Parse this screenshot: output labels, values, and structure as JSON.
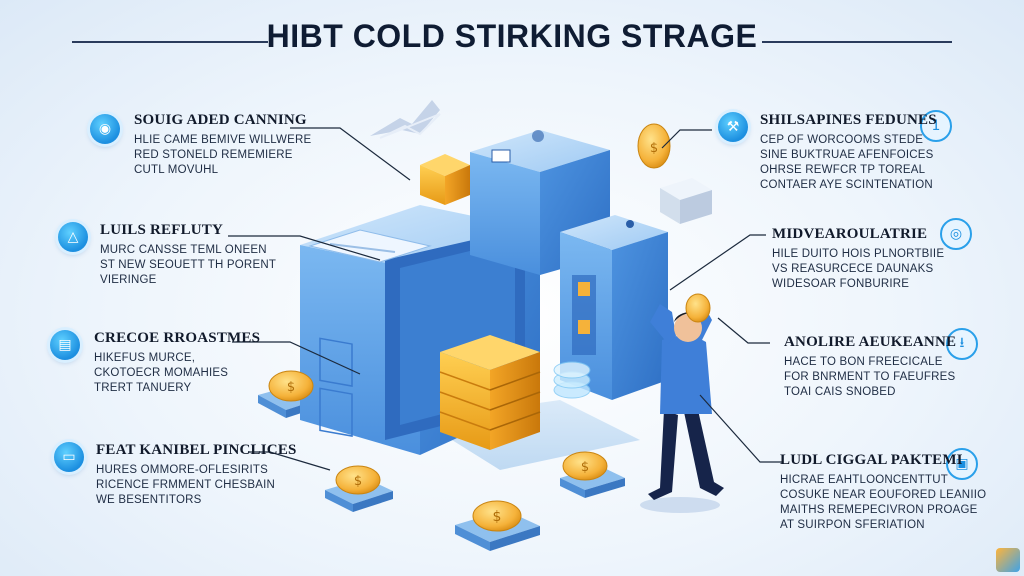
{
  "title": "HIBT COLD STIRKING STRAGE",
  "callouts": [
    {
      "id": "left-1",
      "heading": "SOUIG ADED CANNING",
      "lines": [
        "HLIE CAME BEMIVE WILLWERE",
        "RED STONELD REMEMIERE",
        "CUTL MOVUHL"
      ],
      "icon": "shield-icon"
    },
    {
      "id": "left-2",
      "heading": "LUILS REFLUTY",
      "lines": [
        "MURC CANSSE TEML ONEEN",
        "ST NEW SEOUETT TH PORENT",
        "VIERINGE"
      ],
      "icon": "network-icon"
    },
    {
      "id": "left-3",
      "heading": "CRECOE RROASTMES",
      "lines": [
        "HIKEFUS MURCE,",
        "CKOTOECR MOMAHIES",
        "TRERT TANUERY"
      ],
      "icon": "calculator-icon"
    },
    {
      "id": "left-4",
      "heading": "FEAT KANIBEL PINCLICES",
      "lines": [
        "HURES OMMORE-OFLESIRITS",
        "RICENCE FRMMENT CHESBAIN",
        "WE BESENTITORS"
      ],
      "icon": "card-icon"
    },
    {
      "id": "right-1",
      "heading": "SHILSAPINES FEDUNES",
      "lines": [
        "CEP OF WORCOOMS STEDE",
        "SINE BUKTRUAE AFENFOICES",
        "OHRSE REWFCR TP TOREAL",
        "CONTAER AYE SCINTENATION"
      ],
      "icon": "tool-icon"
    },
    {
      "id": "right-2",
      "heading": "MIDVEAROULATRIE",
      "lines": [
        "HILE DUITO HOIS PLNORTBIIE",
        "VS REASURCECE DAUNAKS",
        "WIDESOAR FONBURIRE"
      ],
      "icon": "settings-icon"
    },
    {
      "id": "right-3",
      "heading": "ANOLIRE AEUKEANNE",
      "lines": [
        "HACE TO BON FREECICALE",
        "FOR BNRMENT TO FAEUFRES",
        "TOAI CAIS SNOBED"
      ],
      "icon": "download-icon"
    },
    {
      "id": "right-4",
      "heading": "LUDL CIGGAL PAKTEMI",
      "lines": [
        "HICRAE EAHTLOONCENTTUT",
        "COSUKE NEAR EOUFORED LEANIIO",
        "MAITHS REMEPECIVRON PROAGE",
        "AT SUIRPON SFERIATION"
      ],
      "icon": "lock-icon"
    }
  ],
  "number_badge": "1",
  "colors": {
    "accent": "#1c8fe0",
    "cube_light": "#9cc9f5",
    "cube_mid": "#5ea6ec",
    "cube_dark": "#3e82d4",
    "gold": "#f2a825",
    "title_text": "#0f1c33"
  }
}
